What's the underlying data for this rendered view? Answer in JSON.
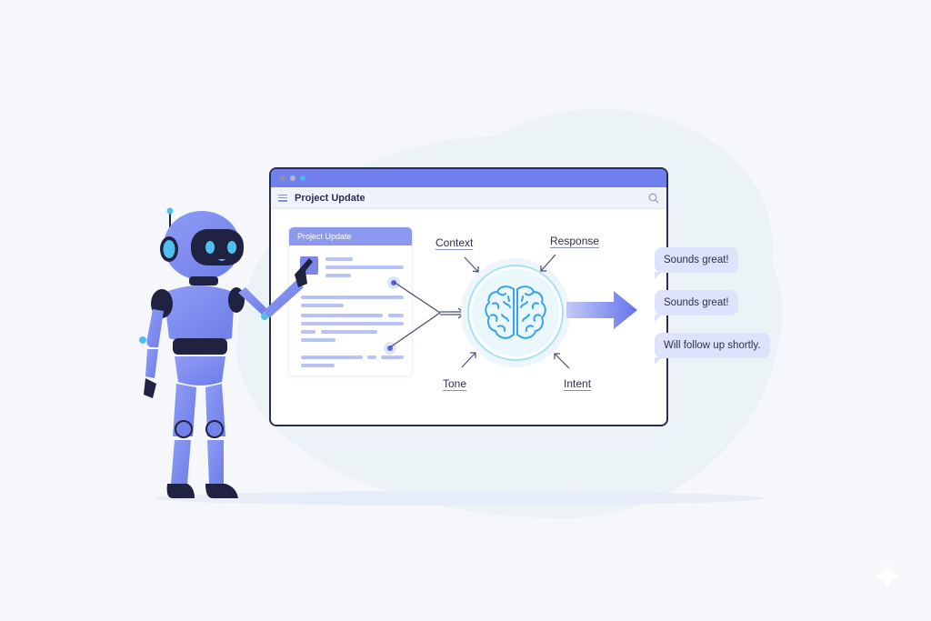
{
  "window": {
    "title": "Project Update",
    "dots": [
      "#8e90a6",
      "#b6b8c8",
      "#4fb8e6"
    ]
  },
  "document": {
    "header": "Project Update"
  },
  "diagram": {
    "labels": {
      "context": "Context",
      "response": "Response",
      "tone": "Tone",
      "intent": "Intent"
    },
    "center_icon": "brain-icon"
  },
  "responses": [
    {
      "text": "Sounds great!"
    },
    {
      "text": "Sounds great!"
    },
    {
      "text": "Will follow up shortly."
    }
  ],
  "colors": {
    "accent": "#7080ec",
    "robot_body": "#7d8cf0",
    "robot_dark": "#1f2240",
    "robot_glow": "#4fc0ef",
    "bubble": "#dde3fb",
    "background": "#f5f7fa"
  }
}
